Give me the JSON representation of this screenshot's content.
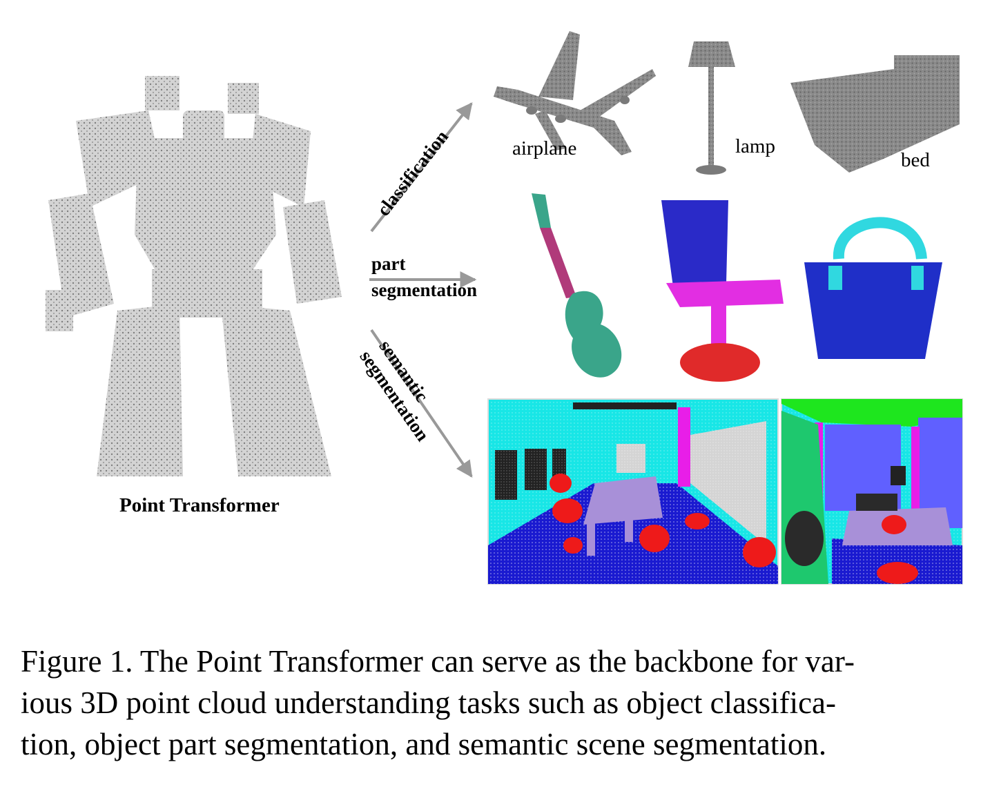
{
  "figure": {
    "main_label": "Point Transformer",
    "tasks": {
      "classification": "classification",
      "part_segmentation_line1": "part",
      "part_segmentation_line2": "segmentation",
      "semantic_line1": "semantic",
      "semantic_line2": "segmentation"
    },
    "objects": {
      "airplane": "airplane",
      "lamp": "lamp",
      "bed": "bed"
    },
    "colors": {
      "classification_gray": "#7a7a7a",
      "guitar_body": "#3aa58a",
      "guitar_neck": "#b03a7a",
      "chair_back": "#2a2ac8",
      "chair_seat": "#e22ee2",
      "chair_base": "#e02a2a",
      "bag_body": "#1f2fc8",
      "bag_handle": "#30d8e0",
      "scene_floor": "#1a1ad0",
      "scene_wall": "#18e6e6",
      "scene_table": "#a890d8",
      "scene_chair": "#ee1a1a",
      "scene_column": "#e81ee8",
      "scene_ceiling": "#1ee61e",
      "scene_board": "#d8d8d8",
      "scene_window": "#222222",
      "scene_bookcase": "#1ec86e",
      "scene_door": "#6060ff"
    }
  },
  "caption": {
    "line1": "Figure 1. The Point Transformer can serve as the backbone for var-",
    "line2": "ious 3D point cloud understanding tasks such as object classifica-",
    "line3": "tion, object part segmentation, and semantic scene segmentation."
  }
}
